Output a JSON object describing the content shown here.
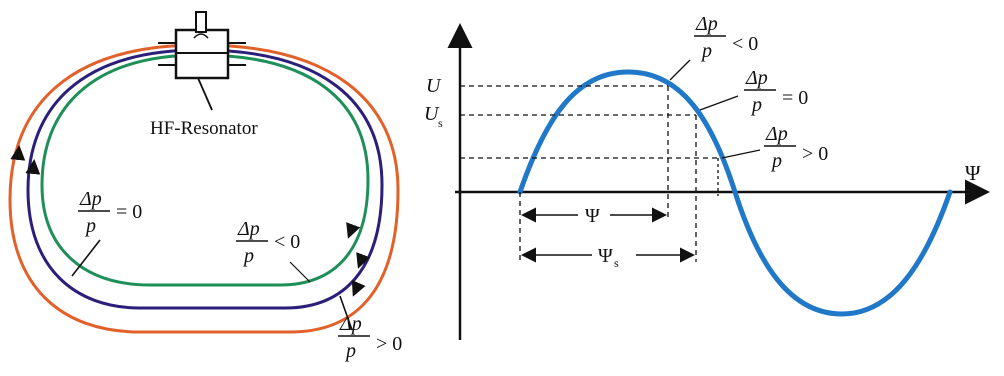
{
  "left_diagram": {
    "resonator_label": "HF-Resonator",
    "orbit_labels": {
      "inner": {
        "num": "Δp",
        "den": "p",
        "rel": "= 0"
      },
      "middle": {
        "num": "Δp",
        "den": "p",
        "rel": "< 0"
      },
      "outer": {
        "num": "Δp",
        "den": "p",
        "rel": "> 0"
      }
    },
    "colors": {
      "inner_orbit": "#1f8f5a",
      "middle_orbit": "#2b1f7a",
      "outer_orbit": "#e2612a",
      "ink": "#111111"
    }
  },
  "right_diagram": {
    "axis_x_label": "Ψ",
    "levels": {
      "U": "U",
      "Us_main": "U",
      "Us_sub": "s"
    },
    "psi_labels": {
      "psi": "Ψ",
      "psi_s_main": "Ψ",
      "psi_s_sub": "s"
    },
    "cases": [
      {
        "num": "Δp",
        "den": "p",
        "rel": "< 0"
      },
      {
        "num": "Δp",
        "den": "p",
        "rel": "= 0"
      },
      {
        "num": "Δp",
        "den": "p",
        "rel": "> 0"
      }
    ],
    "colors": {
      "sine": "#1f78c8",
      "ink": "#111111"
    }
  }
}
